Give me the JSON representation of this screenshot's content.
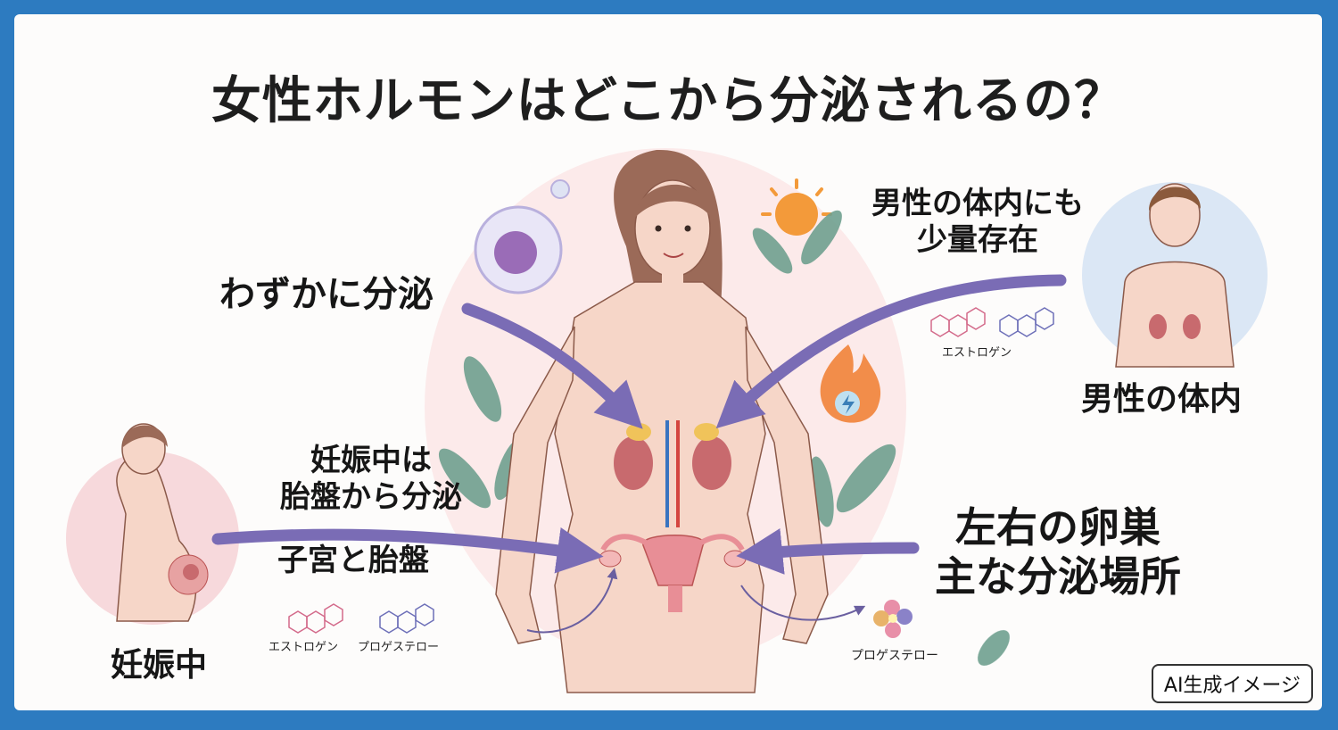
{
  "title": "女性ホルモンはどこから分泌されるの？",
  "labels": {
    "slight_secretion": "わずかに分泌",
    "male_body_also_1": "男性の体内にも",
    "male_body_also_2": "少量存在",
    "male_body": "男性の体内",
    "pregnancy_placenta_1": "妊娠中は",
    "pregnancy_placenta_2": "胎盤から分泌",
    "uterus_placenta": "子宮と胎盤",
    "pregnancy": "妊娠中",
    "ovaries_1": "左右の卵巣",
    "ovaries_2": "主な分泌場所"
  },
  "molecules": {
    "estrogen": "エストロゲン",
    "progesterone": "プロゲステロー"
  },
  "badge": "AI生成イメージ",
  "colors": {
    "frame": "#2d7bc0",
    "arrow": "#7a6cb5",
    "skin": "#f6d6c8",
    "kidney": "#c86a6e",
    "adrenal": "#f0c35a"
  }
}
